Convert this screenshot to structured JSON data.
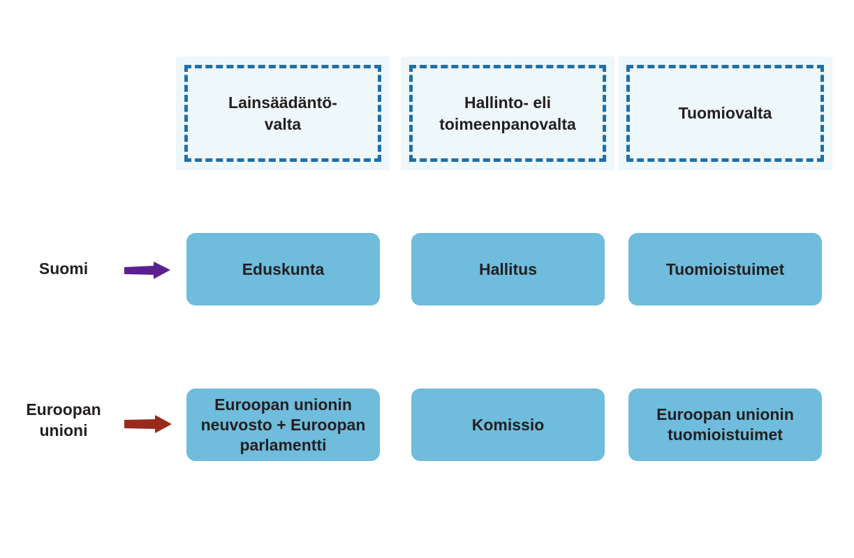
{
  "columns": {
    "legislative": "Lainsäädäntö-\nvalta",
    "executive": "Hallinto- eli\ntoimeenpanovalta",
    "judicial": "Tuomiovalta"
  },
  "rows": {
    "finland": {
      "label": "Suomi",
      "legislative": "Eduskunta",
      "executive": "Hallitus",
      "judicial": "Tuomioistuimet"
    },
    "eu": {
      "label": "Euroopan\nunioni",
      "legislative": "Euroopan unionin\nneuvosto + Euroopan\nparlamentti",
      "executive": "Komissio",
      "judicial": "Euroopan unionin\ntuomioistuimet"
    }
  },
  "colors": {
    "header_fill": "#eef7fa",
    "header_border": "#1f6fa8",
    "box_fill": "#6fbcdc",
    "finland_arrow": "#5b1f8f",
    "eu_arrow": "#9b2a1c"
  }
}
